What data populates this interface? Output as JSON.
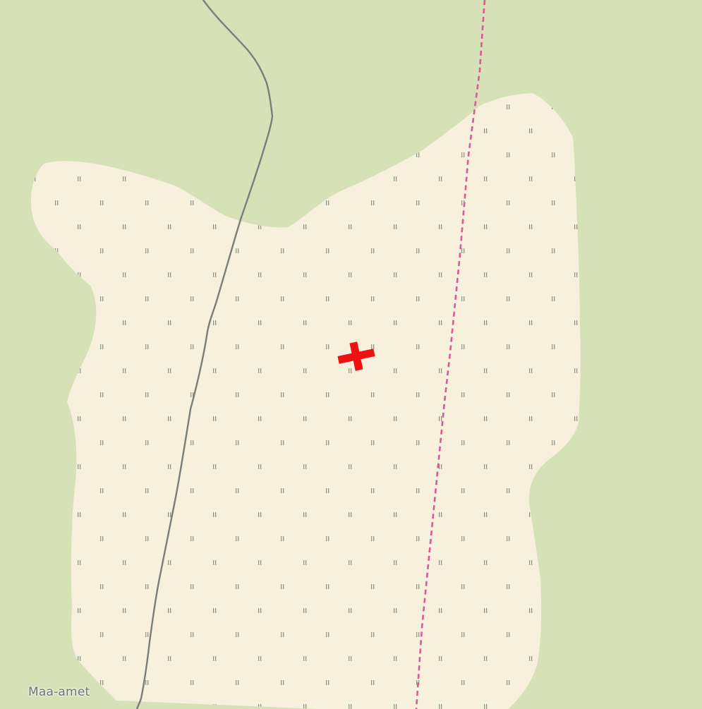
{
  "map": {
    "attribution": "Maa-amet",
    "colors": {
      "forest": "#d6e1b7",
      "open_area": "#f6f0dd",
      "marsh_symbol": "#8d9a86",
      "path": "#7b7e78",
      "dashed_line": "#d65b98",
      "marker": "#ee1111",
      "attribution_text": "#6e7378"
    },
    "features": [
      {
        "name": "forest-area",
        "kind": "forest"
      },
      {
        "name": "open-marsh-area",
        "kind": "open area with marsh symbols"
      },
      {
        "name": "footpath",
        "kind": "path"
      },
      {
        "name": "boundary-line",
        "kind": "dashed line"
      }
    ],
    "marker": {
      "name": "location-marker",
      "icon": "red-cross-marker-icon"
    }
  }
}
